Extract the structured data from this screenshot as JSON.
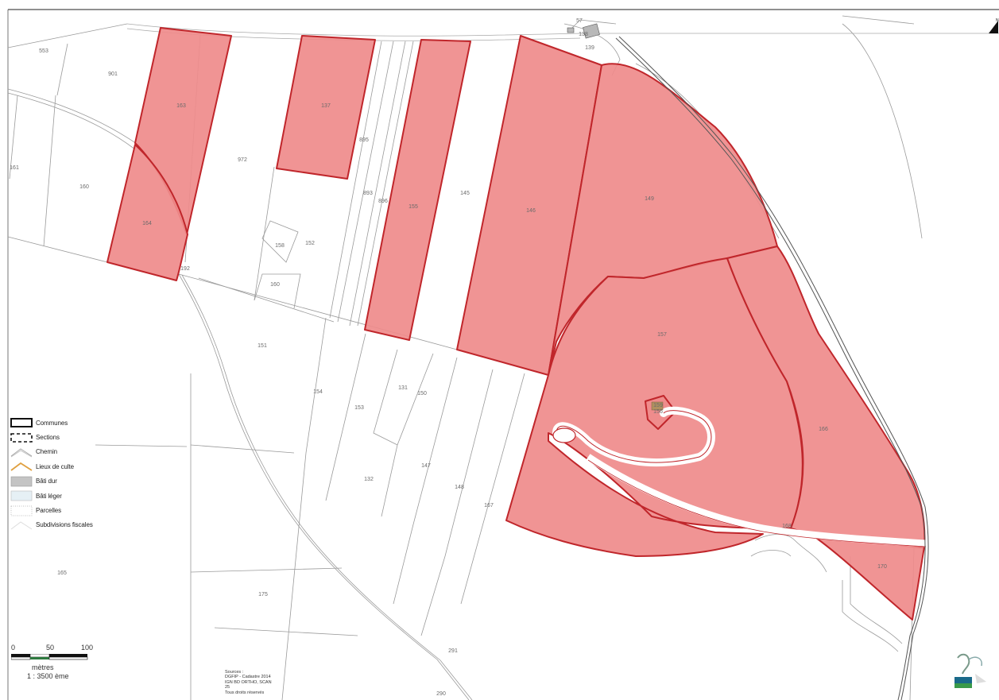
{
  "map": {
    "parcels": {
      "p553": "553",
      "p901": "901",
      "p163": "163",
      "p161": "161",
      "p164": "164",
      "p192": "192",
      "p972": "972",
      "p137": "137",
      "p895": "895",
      "p893": "893",
      "p896": "896",
      "p155": "155",
      "p145": "145",
      "p146": "146",
      "p149": "149",
      "p158": "158",
      "p152": "152",
      "p160": "160",
      "p151": "151",
      "p154": "154",
      "p153": "153",
      "p131": "131",
      "p150": "150",
      "p132": "132",
      "p147": "147",
      "p148": "148",
      "p157": "157",
      "p167": "167",
      "p156": "156",
      "p166": "166",
      "p159": "159",
      "p170": "170",
      "p165": "165",
      "p175": "175",
      "p291": "291",
      "p290": "290",
      "p57": "57",
      "p138": "138",
      "p139": "139",
      "p168": "168"
    }
  },
  "legend": {
    "items": [
      {
        "label": "Communes",
        "icon": "commune-boundary-icon"
      },
      {
        "label": "Sections",
        "icon": "section-boundary-icon"
      },
      {
        "label": "Chemin",
        "icon": "path-line-icon"
      },
      {
        "label": "Lieux de culte",
        "icon": "worship-place-icon"
      },
      {
        "label": "Bâti dur",
        "icon": "hard-building-icon"
      },
      {
        "label": "Bâti léger",
        "icon": "light-building-icon"
      },
      {
        "label": "Parcelles",
        "icon": "parcel-icon"
      },
      {
        "label": "Subdivisions fiscales",
        "icon": "fiscal-subdivision-icon"
      }
    ]
  },
  "scale": {
    "tick_0": "0",
    "tick_50": "50",
    "tick_100": "100",
    "unit": "mètres",
    "ratio": "1 : 3500 ème"
  },
  "sources": {
    "line1": "Sources :",
    "line2": "DGFIP - Cadastre 2014",
    "line3": "IGN BD ORTHO, SCAN",
    "line4": "25",
    "line5": "Tous droits réservés"
  },
  "colors": {
    "selected_fill": "#ef8b8b",
    "selected_stroke": "#c0262b",
    "parcel_line": "#9a9a9a"
  }
}
